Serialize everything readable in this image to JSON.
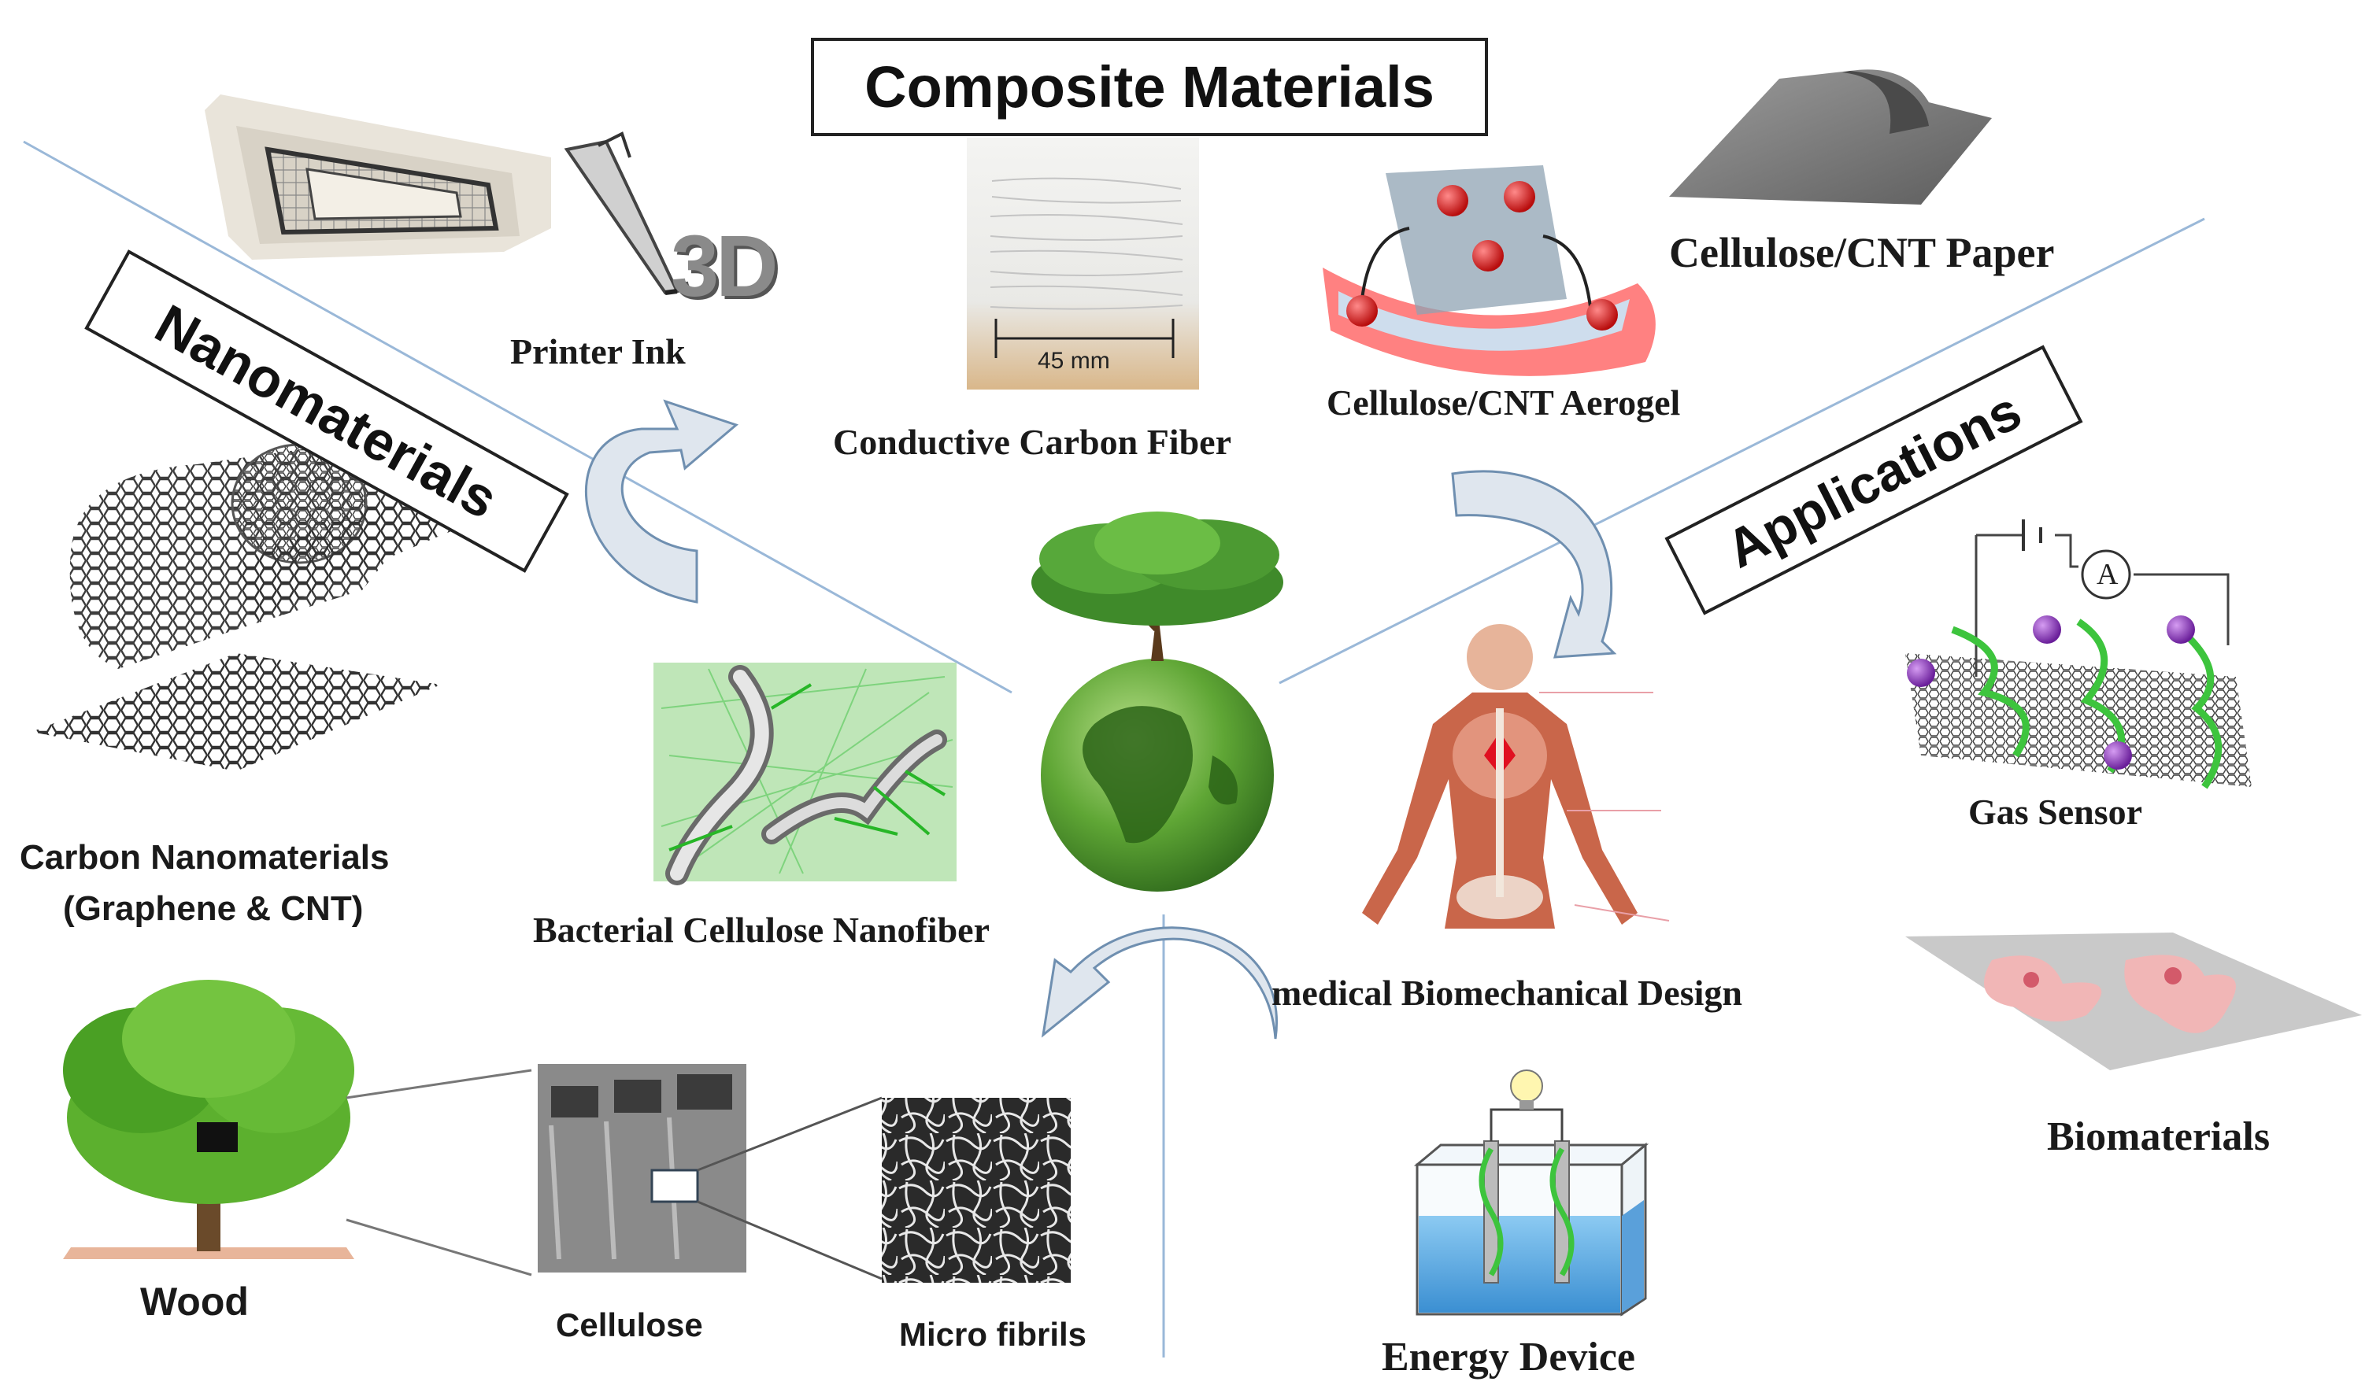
{
  "sections": {
    "composite": "Composite Materials",
    "nano": "Nanomaterials",
    "apps": "Applications"
  },
  "labels": {
    "printer_ink": "Printer Ink",
    "print_3d": "3D",
    "carbon_fiber": "Conductive Carbon Fiber",
    "fiber_width": "45 mm",
    "aerogel": "Cellulose/CNT Aerogel",
    "paper": "Cellulose/CNT Paper",
    "carbon_nano_1": "Carbon Nanomaterials",
    "carbon_nano_2": "(Graphene & CNT)",
    "bacterial": "Bacterial Cellulose Nanofiber",
    "biomechanical": "medical  Biomechanical Design",
    "gas_sensor": "Gas Sensor",
    "ammeter": "A",
    "biomaterials": "Biomaterials",
    "wood": "Wood",
    "cellulose": "Cellulose",
    "micro_fibrils": "Micro fibrils",
    "energy": "Energy Device"
  },
  "colors": {
    "divider": "#9ab8d8",
    "arrow_fill": "#dfe6ee",
    "arrow_stroke": "#6f8fb0",
    "tree_green": "#3f8a2a",
    "cellulose_green": "#bfe6b8",
    "cnt_green": "#3dc43d",
    "sensor_purple": "#8a3db8",
    "aerogel_red": "#e02020",
    "water_blue": "#6fb3e6"
  },
  "icons": [
    "tree-globe-icon",
    "3d-print-icon",
    "battery-icon",
    "lightbulb-icon",
    "ammeter-icon"
  ]
}
